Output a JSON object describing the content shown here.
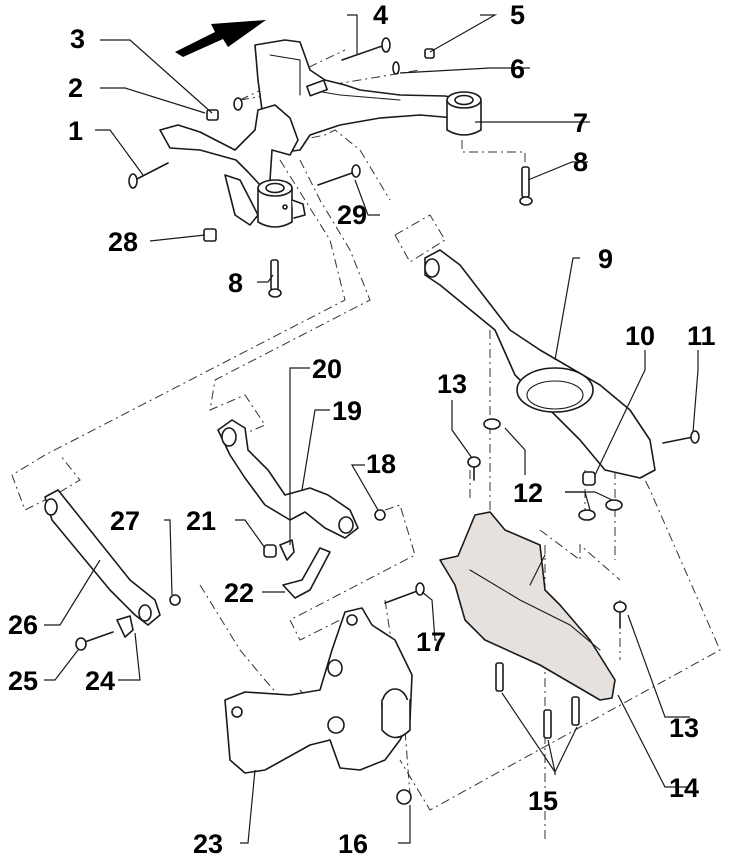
{
  "diagram": {
    "title": "Rear suspension exploded view",
    "direction_arrow": "forward-direction-arrow",
    "colors": {
      "line": "#1a1a1a",
      "shield_fill": "#e6e1dc",
      "background": "#ffffff"
    },
    "callouts": [
      {
        "id": "1",
        "part": "bolt"
      },
      {
        "id": "2",
        "part": "nut"
      },
      {
        "id": "3",
        "part": "washer"
      },
      {
        "id": "4",
        "part": "bolt"
      },
      {
        "id": "5",
        "part": "nut"
      },
      {
        "id": "6",
        "part": "washer"
      },
      {
        "id": "7",
        "part": "subframe-bush"
      },
      {
        "id": "8",
        "part": "bolt"
      },
      {
        "id": "8b",
        "label": "8",
        "part": "bolt"
      },
      {
        "id": "9",
        "part": "lower-wishbone"
      },
      {
        "id": "10",
        "part": "nut"
      },
      {
        "id": "11",
        "part": "bolt"
      },
      {
        "id": "12",
        "part": "nut"
      },
      {
        "id": "13",
        "part": "clip"
      },
      {
        "id": "13b",
        "label": "13",
        "part": "clip"
      },
      {
        "id": "14",
        "part": "underbody-shield"
      },
      {
        "id": "15",
        "part": "bolt"
      },
      {
        "id": "16",
        "part": "nut"
      },
      {
        "id": "17",
        "part": "bolt"
      },
      {
        "id": "18",
        "part": "washer"
      },
      {
        "id": "19",
        "part": "upper-wishbone"
      },
      {
        "id": "20",
        "part": "eccentric-washer"
      },
      {
        "id": "21",
        "part": "nut"
      },
      {
        "id": "22",
        "part": "bracket"
      },
      {
        "id": "23",
        "part": "wheel-bearing-housing"
      },
      {
        "id": "24",
        "part": "eccentric-washer"
      },
      {
        "id": "25",
        "part": "bolt"
      },
      {
        "id": "26",
        "part": "track-control-link"
      },
      {
        "id": "27",
        "part": "washer"
      },
      {
        "id": "28",
        "part": "nut"
      },
      {
        "id": "29",
        "part": "bolt"
      }
    ]
  }
}
